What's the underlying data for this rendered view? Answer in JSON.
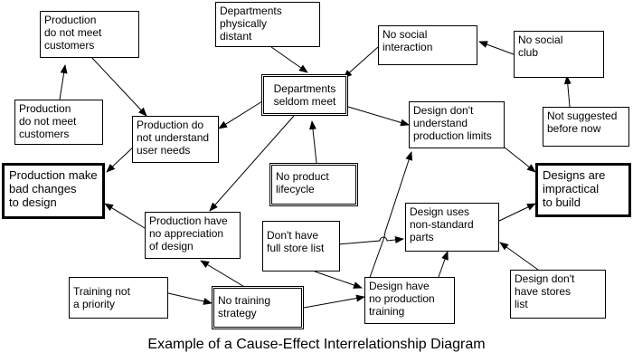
{
  "caption": "Example of a Cause-Effect Interrelationship Diagram",
  "nodes": {
    "prod_not_meet_top": "Production\ndo not meet\ncustomers",
    "prod_not_meet_left": "Production\ndo not meet\ncustomers",
    "dept_distant": "Departments\nphysically\ndistant",
    "no_social_interaction": "No social\ninteraction",
    "no_social_club": "No social\nclub",
    "dept_seldom_meet": "Departments\nseldom meet",
    "prod_not_understand": "Production do\nnot understand\nuser needs",
    "design_not_understand_limits": "Design don't\nunderstand\nproduction limits",
    "not_suggested": "Not suggested\nbefore now",
    "prod_bad_changes": "Production make\nbad changes\nto design",
    "no_product_lifecycle": "No product\nlifecycle",
    "designs_impractical": "Designs are\nimpractical\nto build",
    "prod_no_appreciation": "Production have\nno appreciation\nof design",
    "no_full_store_list": "Don't have\nfull store list",
    "design_nonstandard": "Design uses\nnon-standard\nparts",
    "design_no_stores_list": "Design don't\nhave stores\nlist",
    "training_not_priority": "Training not\na priority",
    "no_training_strategy": "No training\nstrategy",
    "design_no_training": "Design have\nno production\ntraining"
  }
}
